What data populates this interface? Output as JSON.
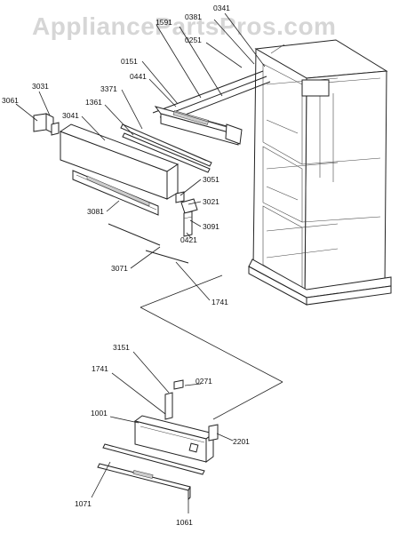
{
  "watermark": "AppliancePartsPros.com",
  "labels": {
    "l0341": "0341",
    "l0381": "0381",
    "l1591": "1591",
    "l0251": "0251",
    "l0151": "0151",
    "l0441": "0441",
    "l3371": "3371",
    "l1361": "1361",
    "l3031": "3031",
    "l3061": "3061",
    "l3041": "3041",
    "l3051": "3051",
    "l3021": "3021",
    "l3081": "3081",
    "l3091": "3091",
    "l0421": "0421",
    "l3071": "3071",
    "l1741a": "1741",
    "l3151": "3151",
    "l1741b": "1741",
    "l0271": "0271",
    "l1001": "1001",
    "l2201": "2201",
    "l1071": "1071",
    "l1061": "1061"
  },
  "colors": {
    "line": "#222222",
    "background": "#ffffff",
    "watermark": "#d6d6d6"
  }
}
